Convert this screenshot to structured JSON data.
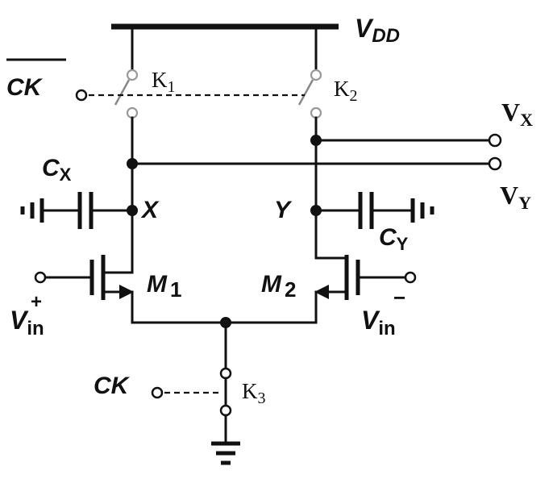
{
  "labels": {
    "vdd_main": "V",
    "vdd_sub": "DD",
    "ckbar": "CK",
    "k1_main": "K",
    "k1_sub": "1",
    "k2_main": "K",
    "k2_sub": "2",
    "k3_main": "K",
    "k3_sub": "3",
    "vx_main": "V",
    "vx_sub": "X",
    "vy_main": "V",
    "vy_sub": "Y",
    "cx_main": "C",
    "cx_sub": "X",
    "cy_main": "C",
    "cy_sub": "Y",
    "node_x": "X",
    "node_y": "Y",
    "m1_main": "M",
    "m1_sub": "1",
    "m2_main": "M",
    "m2_sub": "2",
    "vinp_main": "V",
    "vinp_sub": "in",
    "vinp_sup": "+",
    "vinn_main": "V",
    "vinn_sub": "in",
    "vinn_sup": "−",
    "ck": "CK"
  }
}
